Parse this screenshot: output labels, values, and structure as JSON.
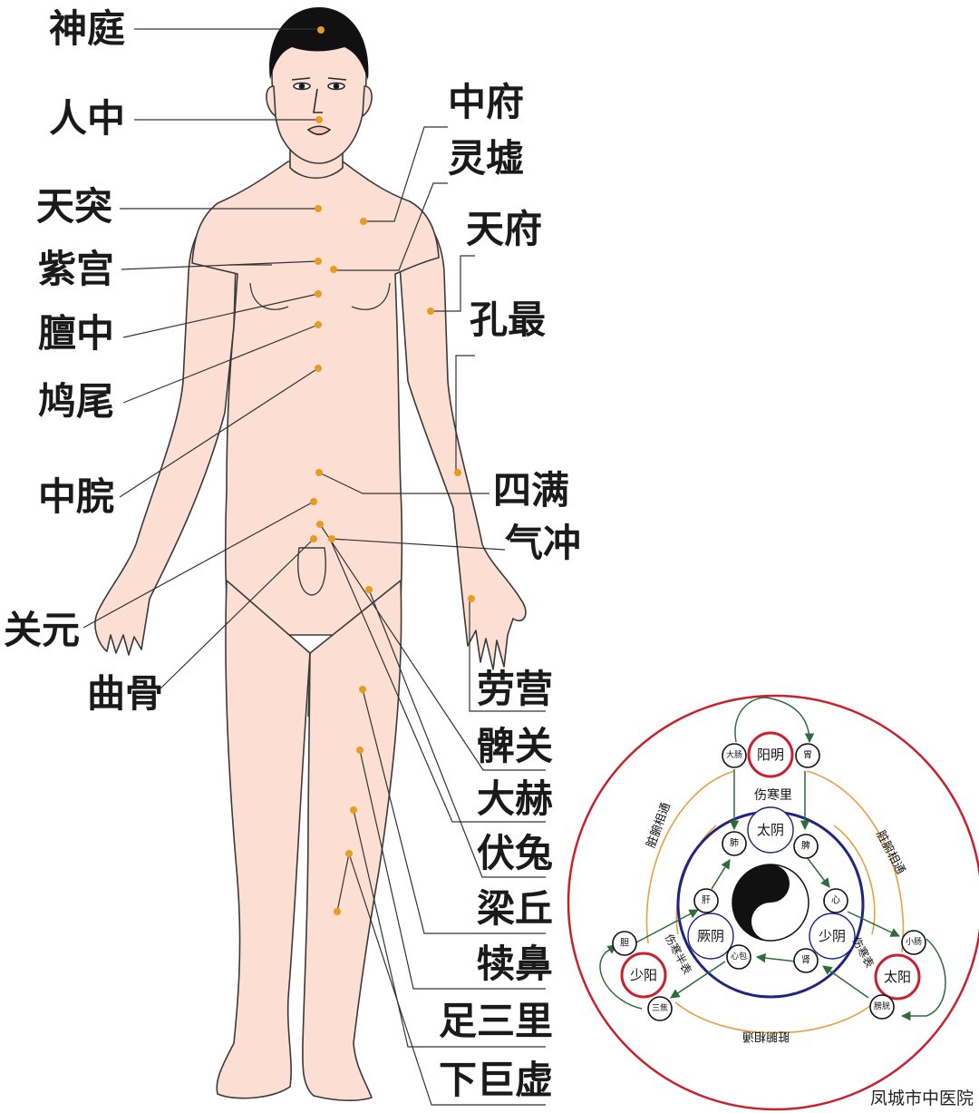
{
  "points": {
    "shenting": "神庭",
    "renzhong": "人中",
    "tiantu": "天突",
    "zigong": "紫宫",
    "danzhong": "膻中",
    "jiuwei": "鸠尾",
    "zhongwan": "中脘",
    "guanyuan": "关元",
    "qugu": "曲骨",
    "zhongfu": "中府",
    "lingxu": "灵墟",
    "tianfu": "天府",
    "kongzui": "孔最",
    "siman": "四满",
    "qichong": "气冲",
    "laogong": "劳营",
    "biguan": "髀关",
    "dahe": "大赫",
    "futu": "伏兔",
    "liangqiu": "梁丘",
    "dubi": "犊鼻",
    "zusanli": "足三里",
    "xiajuxu": "下巨虚"
  },
  "diagram": {
    "center": {
      "taiyin": "太阴",
      "jueyin": "厥阴",
      "shaoyin": "少阴",
      "fei": "肺",
      "pi": "脾",
      "gan": "肝",
      "xin": "心",
      "xinbao": "心包",
      "shen": "肾"
    },
    "outer": {
      "yangming": "阳明",
      "shaoyang": "少阳",
      "taiyang": "太阳",
      "dachang": "大肠",
      "wei": "胃",
      "dan": "胆",
      "sanjiao": "三焦",
      "xiaochang": "小肠",
      "pangguang": "膀胱"
    },
    "labels": {
      "shanghanli": "伤寒里",
      "zangfu_left": "脏腑相通",
      "zangfu_right": "脏腑相通",
      "zangfu_bottom": "脏腑相通",
      "banbiao_left": "伤寒半表",
      "banbiao_right": "伤寒表"
    }
  },
  "footer": "凤城市中医院",
  "colors": {
    "skin": "#fcdfd2",
    "point": "#e79b22",
    "outline": "#3a3a3a",
    "outer_ring": "#c8202c",
    "inner_ring": "#1e2480",
    "orange_arc": "#e6a040",
    "green_arrow": "#2e6b3a"
  }
}
